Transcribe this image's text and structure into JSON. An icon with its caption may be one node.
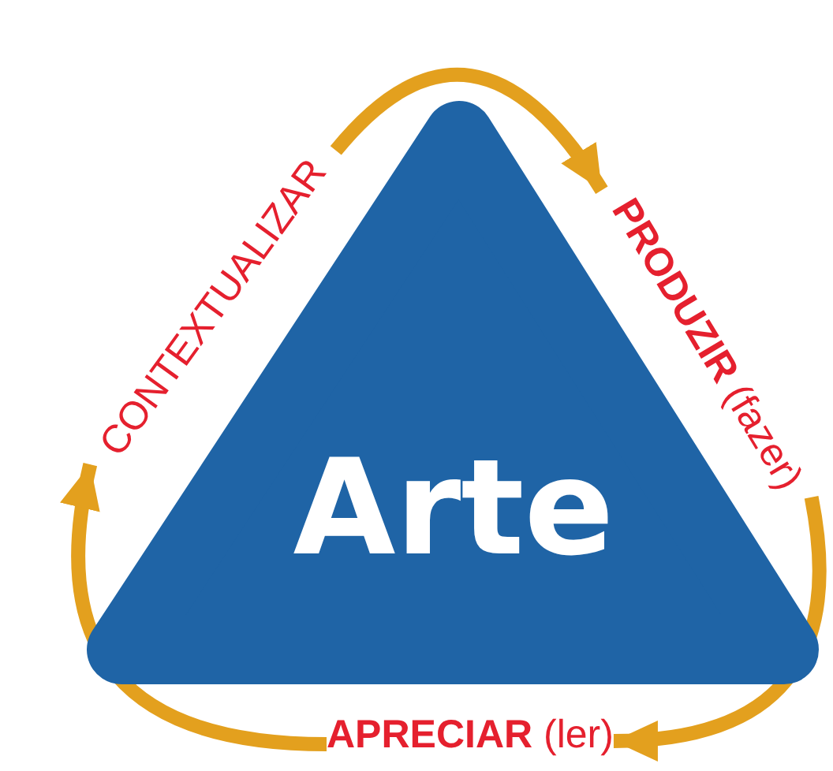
{
  "diagram": {
    "nodes": [
      {
        "text": [
          "Arte"
        ]
      },
      {
        "text": [
          "CONTEXTUALIZAR"
        ]
      },
      {
        "text": [
          "**PRODUZIR** (fazer)"
        ]
      },
      {
        "text": [
          "**APRECIAR** (ler)"
        ]
      }
    ],
    "edges": [
      {
        "from": 1,
        "to": 2,
        "arrow": "to"
      },
      {
        "from": 2,
        "to": 3,
        "arrow": "to"
      },
      {
        "from": 3,
        "to": 1,
        "arrow": "to"
      }
    ]
  }
}
